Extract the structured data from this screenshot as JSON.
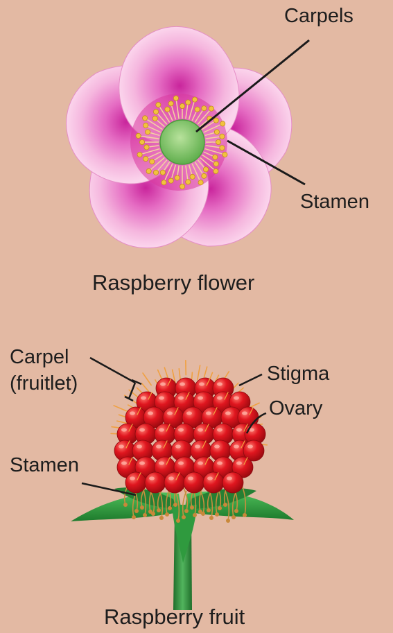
{
  "flower": {
    "caption": "Raspberry flower",
    "labels": {
      "carpels": "Carpels",
      "stamen": "Stamen"
    }
  },
  "fruit": {
    "caption": "Raspberry fruit",
    "labels": {
      "carpel_line1": "Carpel",
      "carpel_line2": "(fruitlet)",
      "stigma": "Stigma",
      "ovary": "Ovary",
      "stamen": "Stamen"
    }
  },
  "colors": {
    "background": "#e3b9a3",
    "petal": "#f2a7d6",
    "petal_center": "#d93fb0",
    "carpel_center": "#8ccf74",
    "anther": "#f2c23e",
    "drupelet": "#d9121a",
    "sepal": "#2f9a3e",
    "stem": "#2e8b3a"
  }
}
